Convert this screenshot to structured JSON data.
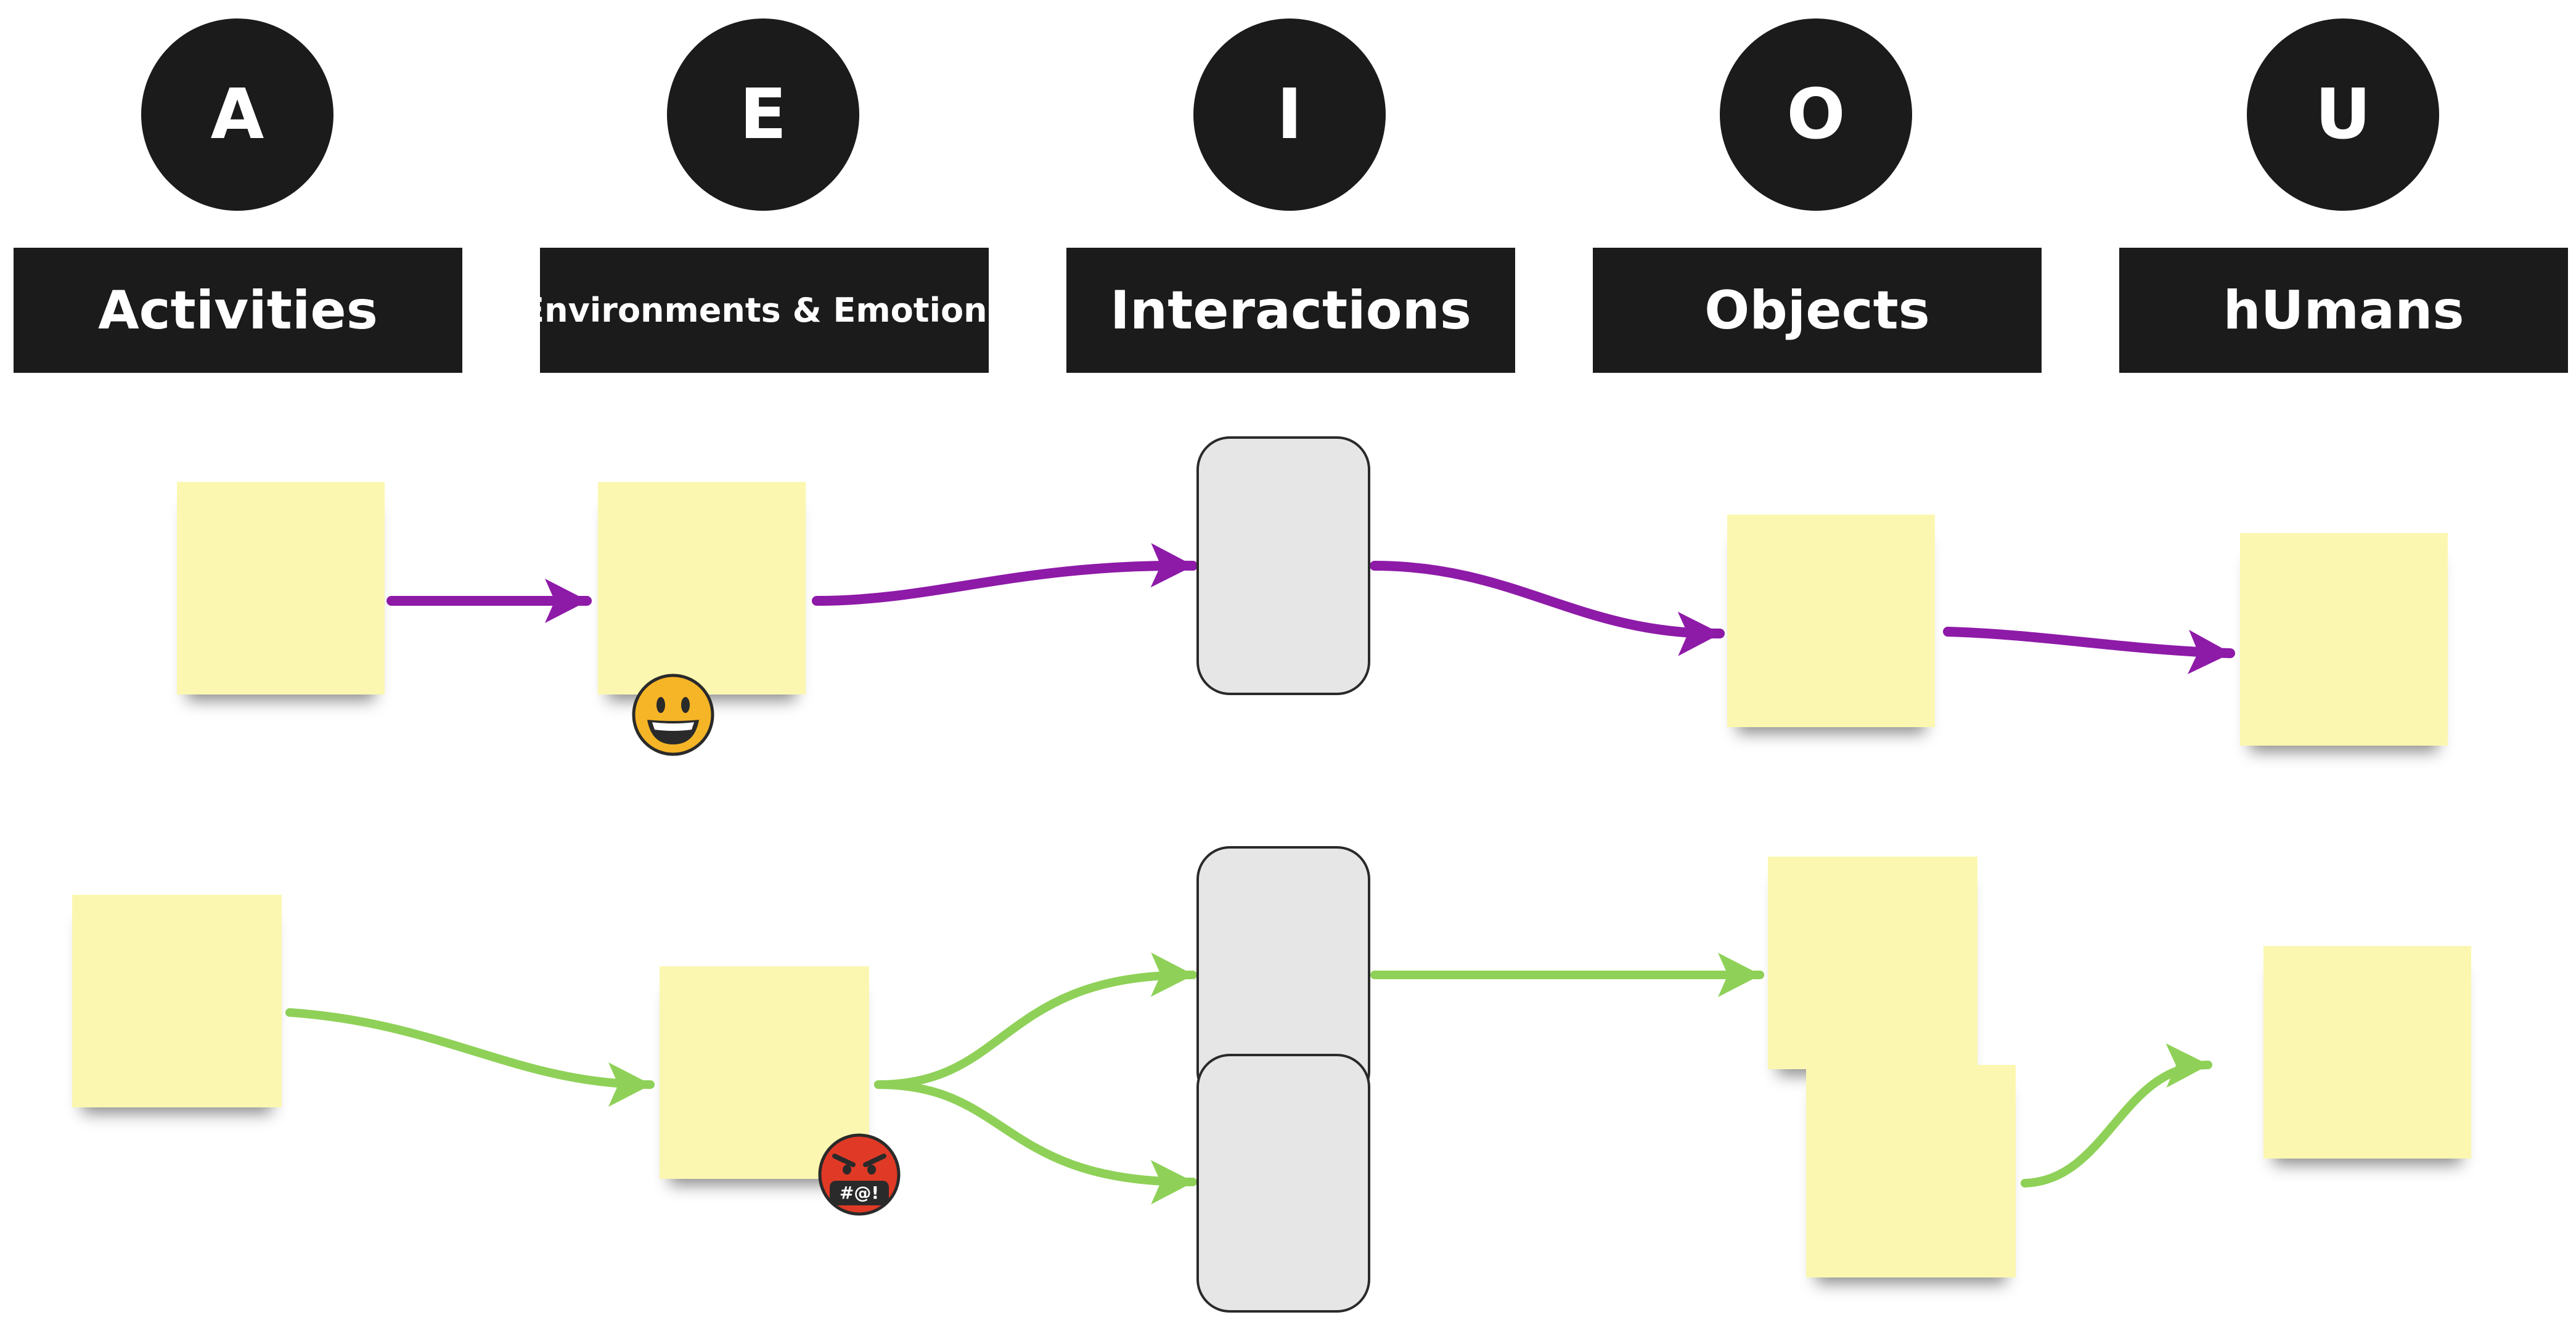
{
  "columns": [
    {
      "letter": "A",
      "label": "Activities"
    },
    {
      "letter": "E",
      "label": "Environments & Emotions"
    },
    {
      "letter": "I",
      "label": "Interactions"
    },
    {
      "letter": "O",
      "label": "Objects"
    },
    {
      "letter": "U",
      "label": "hUmans"
    }
  ],
  "colors": {
    "dark": "#1b1b1b",
    "sticky": "#fbf7b0",
    "interaction_block": "#e6e6e6",
    "flow_row_1": "#8e1aa8",
    "flow_row_2": "#8fd158"
  },
  "emojis": {
    "row_1_environment": {
      "icon": "grinning-face-emoji"
    },
    "row_2_environment": {
      "icon": "angry-cursing-face-emoji",
      "text": "#@!"
    }
  }
}
